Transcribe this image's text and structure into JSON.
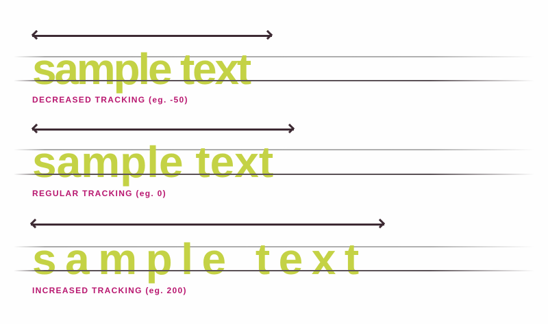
{
  "colors": {
    "sample_text": "#c4d245",
    "label": "#b8166f",
    "arrow": "#3d2a33",
    "x_height_guide": "#a9a9a9",
    "baseline_guide": "#5a5055",
    "background": "#fefefe"
  },
  "rows": [
    {
      "sample": "sample text",
      "label": "DECREASED TRACKING (eg. -50)",
      "tracking": -50
    },
    {
      "sample": "sample text",
      "label": "REGULAR TRACKING (eg. 0)",
      "tracking": 0
    },
    {
      "sample": "sample text",
      "label": "INCREASED TRACKING (eg. 200)",
      "tracking": 200
    }
  ]
}
